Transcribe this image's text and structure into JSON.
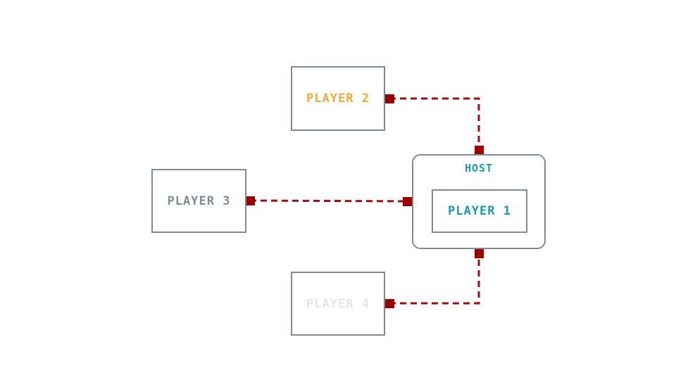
{
  "colors": {
    "box_border": "#7a8c95",
    "link": "#9b0f0f",
    "connector": "#990000"
  },
  "nodes": {
    "player2": {
      "label": "PLAYER 2",
      "color": "#f2a93b"
    },
    "player3": {
      "label": "PLAYER 3",
      "color": "#7a8c95"
    },
    "player4": {
      "label": "PLAYER 4",
      "color": "#e6e6e6"
    },
    "host": {
      "label": "HOST",
      "color": "#1a9aaa"
    },
    "player1": {
      "label": "PLAYER 1",
      "color": "#1a9aaa"
    }
  }
}
